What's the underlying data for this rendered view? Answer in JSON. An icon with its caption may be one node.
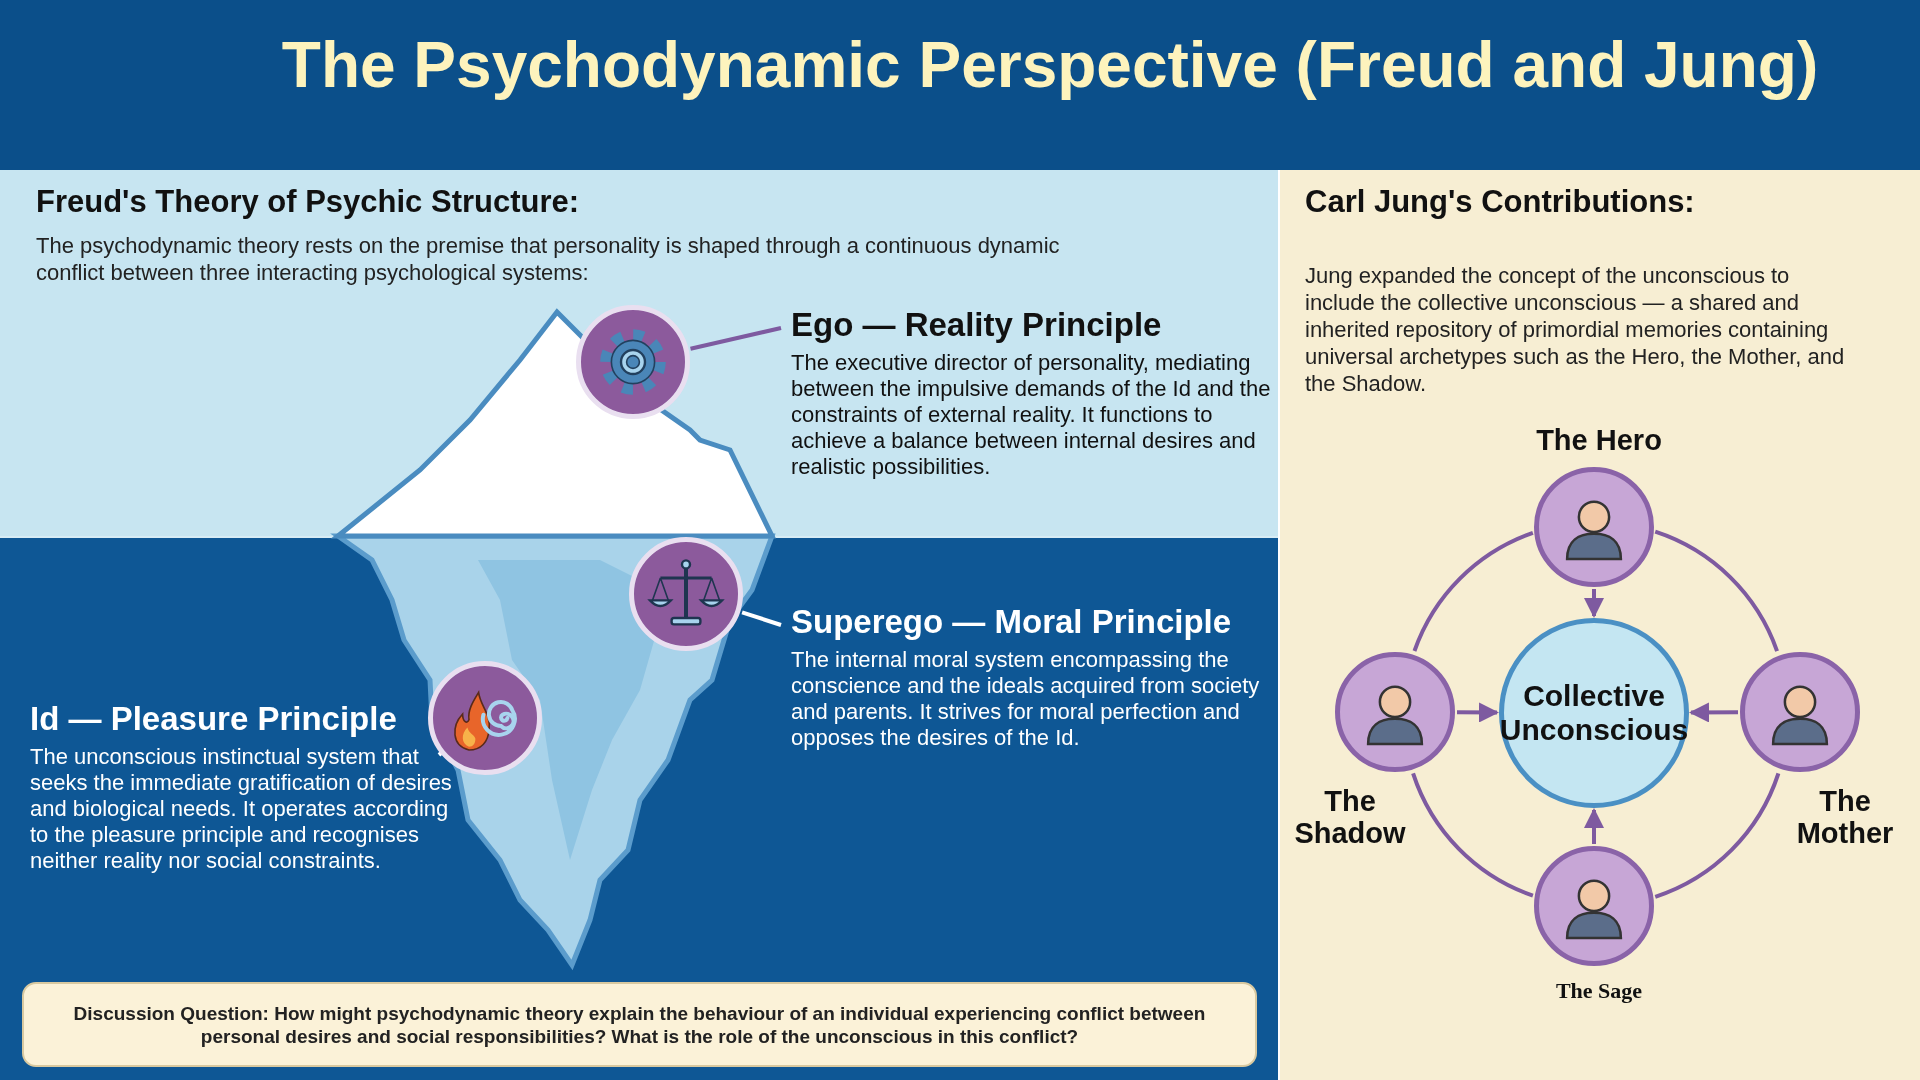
{
  "diagram": {
    "title": "The Psychodynamic Perspective (Freud and Jung)",
    "nodes": [
      {
        "text": [
          "Freud's Theory of Psychic Structure:",
          "The psychodynamic theory rests on the premise that personality is shaped through a continuous dynamic conflict between three interacting psychological systems:"
        ]
      },
      {
        "text": [],
        "shape": "circle",
        "in": 0
      },
      {
        "text": [
          "Ego — Reality Principle",
          "The executive director of personality, mediating between the impulsive demands of the Id and the constraints of external reality. It functions to achieve a balance between internal desires and realistic possibilities."
        ],
        "in": 0
      },
      {
        "text": [],
        "shape": "circle",
        "in": 0
      },
      {
        "text": [
          "Superego — Moral Principle",
          "The internal moral system encompassing the conscience and the ideals acquired from society and parents. It strives for moral perfection and opposes the desires of the Id."
        ],
        "in": 0
      },
      {
        "text": [
          "Id — Pleasure Principle",
          "The unconscious instinctual system that seeks the immediate gratification of desires and biological needs. It operates according to the pleasure principle and recognises neither reality nor social constraints."
        ],
        "in": 0
      },
      {
        "text": [],
        "shape": "circle",
        "in": 0
      },
      {
        "text": [
          "Discussion Question: How might psychodynamic theory explain the behaviour of an individual experiencing conflict between personal desires and social responsibilities? What is the role of the unconscious in this conflict?"
        ],
        "in": 0
      },
      {
        "text": [
          "Carl Jung's Contributions:",
          "Jung expanded the concept of the unconscious to include the collective unconscious — a shared and inherited repository of primordial memories containing universal archetypes such as the Hero, the Mother, and the Shadow."
        ]
      },
      {
        "text": [
          "The Hero"
        ],
        "in": 8
      },
      {
        "text": [
          "The Shadow"
        ],
        "in": 8
      },
      {
        "text": [
          "Collective Unconscious"
        ],
        "in": 8
      },
      {
        "text": [
          "The Mother"
        ],
        "in": 8
      },
      {
        "text": [
          "The Sage"
        ],
        "in": 8
      }
    ],
    "edges": [
      {
        "from": 1,
        "to": 2,
        "arrow": "none"
      },
      {
        "from": 3,
        "to": 4,
        "arrow": "none",
        "color": "#ffffff"
      },
      {
        "from": 5,
        "to": 6,
        "arrow": "none",
        "color": "#ffffff"
      },
      {
        "from": 9,
        "to": 11,
        "arrow": "to"
      },
      {
        "from": 10,
        "to": 11,
        "arrow": "to"
      },
      {
        "from": 12,
        "to": 11,
        "arrow": "to"
      },
      {
        "from": 13,
        "to": 11,
        "arrow": "to"
      },
      {
        "from": 9,
        "to": 10,
        "arrow": "none"
      },
      {
        "from": 9,
        "to": 12,
        "arrow": "none"
      },
      {
        "from": 10,
        "to": 13,
        "arrow": "none"
      },
      {
        "from": 12,
        "to": 13,
        "arrow": "none"
      }
    ]
  }
}
